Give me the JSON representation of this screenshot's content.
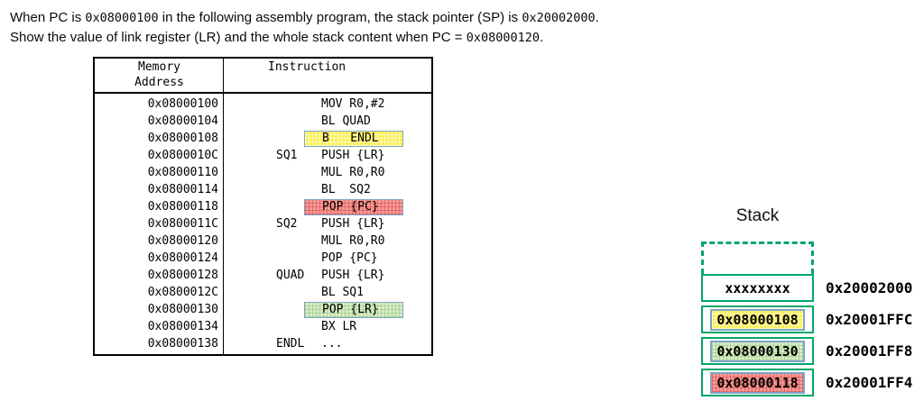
{
  "question": {
    "line1_segments": [
      {
        "text": "When PC is ",
        "mono": false
      },
      {
        "text": "0x08000100",
        "mono": true
      },
      {
        "text": " in the following assembly program, the stack pointer (SP) is ",
        "mono": false
      },
      {
        "text": "0x20002000",
        "mono": true
      },
      {
        "text": ".",
        "mono": false
      }
    ],
    "line2_segments": [
      {
        "text": "Show the value of link register (LR) and the whole stack content when PC = ",
        "mono": false
      },
      {
        "text": "0x08000120",
        "mono": true
      },
      {
        "text": ".",
        "mono": false
      }
    ]
  },
  "table": {
    "headers": {
      "col1_line1": "Memory",
      "col1_line2": "Address",
      "col2": "Instruction"
    },
    "rows": [
      {
        "address": "0x08000100",
        "label": "",
        "instruction": "MOV R0,#2",
        "highlight": null
      },
      {
        "address": "0x08000104",
        "label": "",
        "instruction": "BL QUAD",
        "highlight": null
      },
      {
        "address": "0x08000108",
        "label": "",
        "instruction": "B   ENDL",
        "highlight": "yellow"
      },
      {
        "address": "0x0800010C",
        "label": "SQ1",
        "instruction": "PUSH {LR}",
        "highlight": null
      },
      {
        "address": "0x08000110",
        "label": "",
        "instruction": "MUL R0,R0",
        "highlight": null
      },
      {
        "address": "0x08000114",
        "label": "",
        "instruction": "BL  SQ2",
        "highlight": null
      },
      {
        "address": "0x08000118",
        "label": "",
        "instruction": "POP {PC}",
        "highlight": "red"
      },
      {
        "address": "0x0800011C",
        "label": "SQ2",
        "instruction": "PUSH {LR}",
        "highlight": null
      },
      {
        "address": "0x08000120",
        "label": "",
        "instruction": "MUL R0,R0",
        "highlight": null
      },
      {
        "address": "0x08000124",
        "label": "",
        "instruction": "POP {PC}",
        "highlight": null
      },
      {
        "address": "0x08000128",
        "label": "QUAD",
        "instruction": "PUSH {LR}",
        "highlight": null
      },
      {
        "address": "0x0800012C",
        "label": "",
        "instruction": "BL SQ1",
        "highlight": null
      },
      {
        "address": "0x08000130",
        "label": "",
        "instruction": "POP {LR}",
        "highlight": "green"
      },
      {
        "address": "0x08000134",
        "label": "",
        "instruction": "BX LR",
        "highlight": null
      },
      {
        "address": "0x08000138",
        "label": "ENDL",
        "instruction": "...",
        "highlight": null
      }
    ]
  },
  "stack": {
    "title": "Stack",
    "cells": [
      {
        "value": "xxxxxxxx",
        "highlight": null,
        "address": "0x20002000"
      },
      {
        "value": "0x08000108",
        "highlight": "yellow",
        "address": "0x20001FFC"
      },
      {
        "value": "0x08000130",
        "highlight": "green",
        "address": "0x20001FF8"
      },
      {
        "value": "0x08000118",
        "highlight": "red",
        "address": "0x20001FF4"
      }
    ]
  },
  "colors": {
    "stack_green": "#00A76A",
    "hl_border": "#7FA5C9",
    "yellow_bg": "#FBEF54",
    "red_bg": "#F59A95",
    "green_bg": "#D9ECC7",
    "table_border": "#000000"
  }
}
